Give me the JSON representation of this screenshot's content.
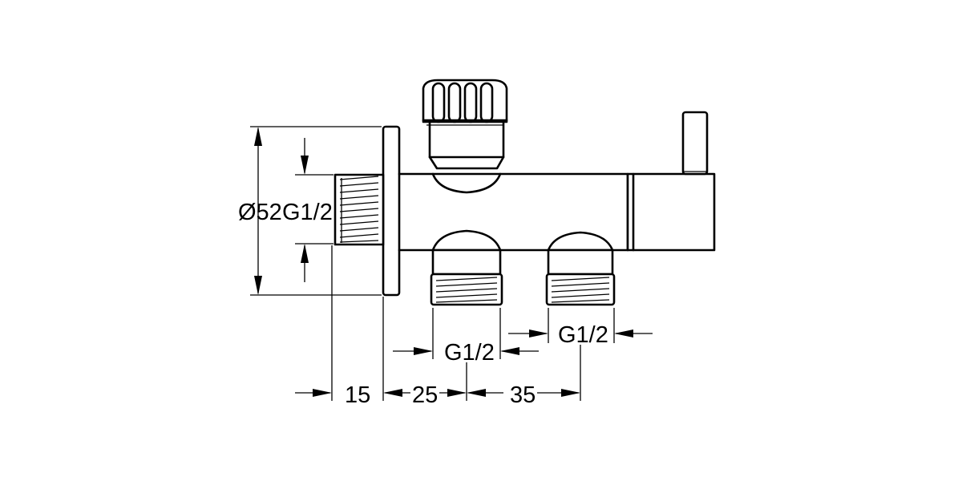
{
  "dimensions": {
    "flange_diameter": "Ø52",
    "inlet_thread": "G1/2",
    "outlet_left_thread": "G1/2",
    "outlet_right_thread": "G1/2",
    "offset_wall": "15",
    "offset_outlet_1": "25",
    "offset_outlet_2": "35"
  }
}
